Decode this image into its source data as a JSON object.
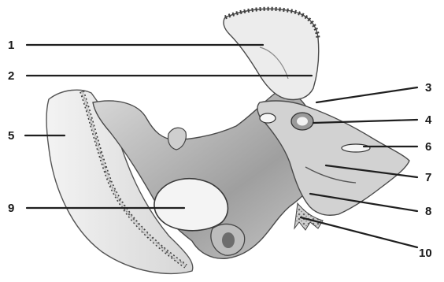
{
  "figure": {
    "kind": "anatomical line drawing of a bone, medial/interior view (greyscale)",
    "ink_color": "#1a1a1a",
    "shade_light": "#e9e9e9",
    "shade_mid": "#bcbcbc",
    "shade_dark": "#8a8a8a"
  },
  "labels": [
    {
      "id": "l1",
      "text": "1"
    },
    {
      "id": "l2",
      "text": "2"
    },
    {
      "id": "l3",
      "text": "3"
    },
    {
      "id": "l4",
      "text": "4"
    },
    {
      "id": "l5",
      "text": "5"
    },
    {
      "id": "l6",
      "text": "6"
    },
    {
      "id": "l7",
      "text": "7"
    },
    {
      "id": "l8",
      "text": "8"
    },
    {
      "id": "l9",
      "text": "9"
    },
    {
      "id": "l10",
      "text": "10"
    }
  ]
}
